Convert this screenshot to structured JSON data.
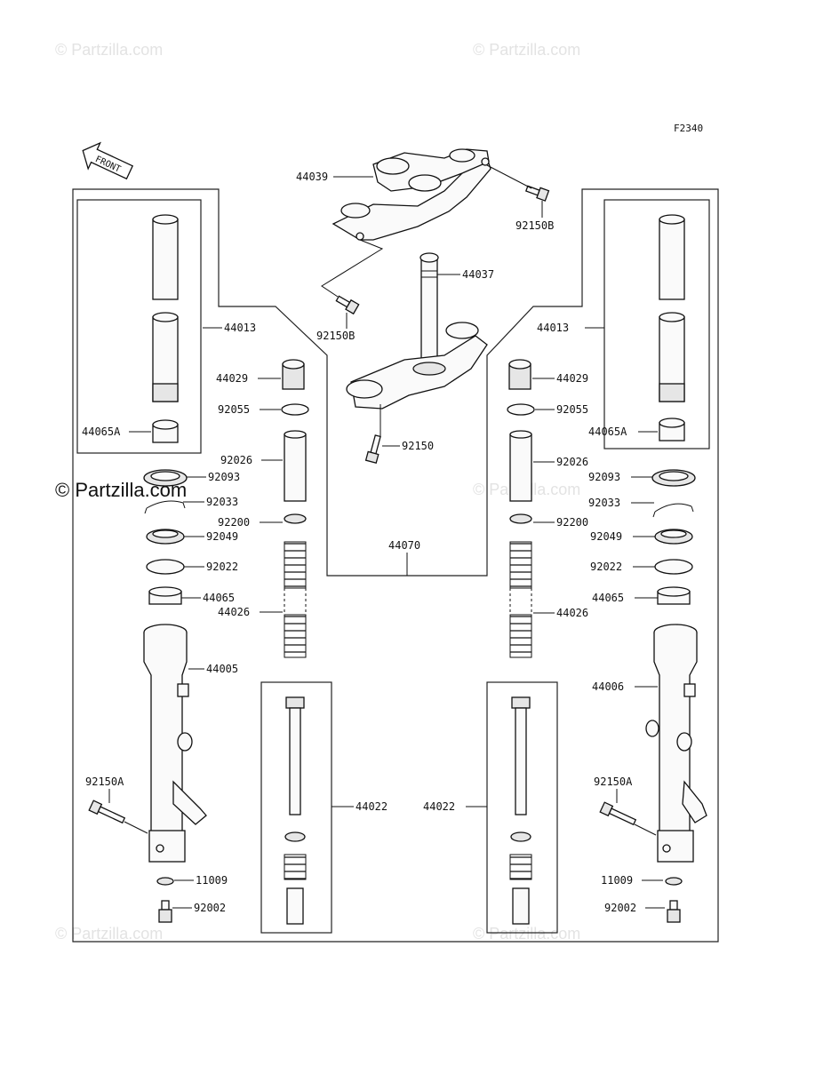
{
  "watermark": "© Partzilla.com",
  "watermark_center": "© Partzilla.com",
  "figure_code": "F2340",
  "front_label": "FRONT",
  "labels": {
    "p44039": "44039",
    "p92150B_top": "92150B",
    "p92150B_mid": "92150B",
    "p44037": "44037",
    "p92150": "92150",
    "p44070": "44070",
    "l44013": "44013",
    "l44065A": "44065A",
    "l44029": "44029",
    "l92055": "92055",
    "l92026": "92026",
    "l92093": "92093",
    "l92033": "92033",
    "l92200": "92200",
    "l92049": "92049",
    "l92022": "92022",
    "l44065": "44065",
    "l44026": "44026",
    "l44005": "44005",
    "l92150A": "92150A",
    "l44022": "44022",
    "l11009": "11009",
    "l92002": "92002",
    "r44013": "44013",
    "r44065A": "44065A",
    "r44029": "44029",
    "r92055": "92055",
    "r92026": "92026",
    "r92093": "92093",
    "r92033": "92033",
    "r92200": "92200",
    "r92049": "92049",
    "r92022": "92022",
    "r44065": "44065",
    "r44026": "44026",
    "r44006": "44006",
    "r92150A": "92150A",
    "r44022": "44022",
    "r11009": "11009",
    "r92002": "92002"
  }
}
